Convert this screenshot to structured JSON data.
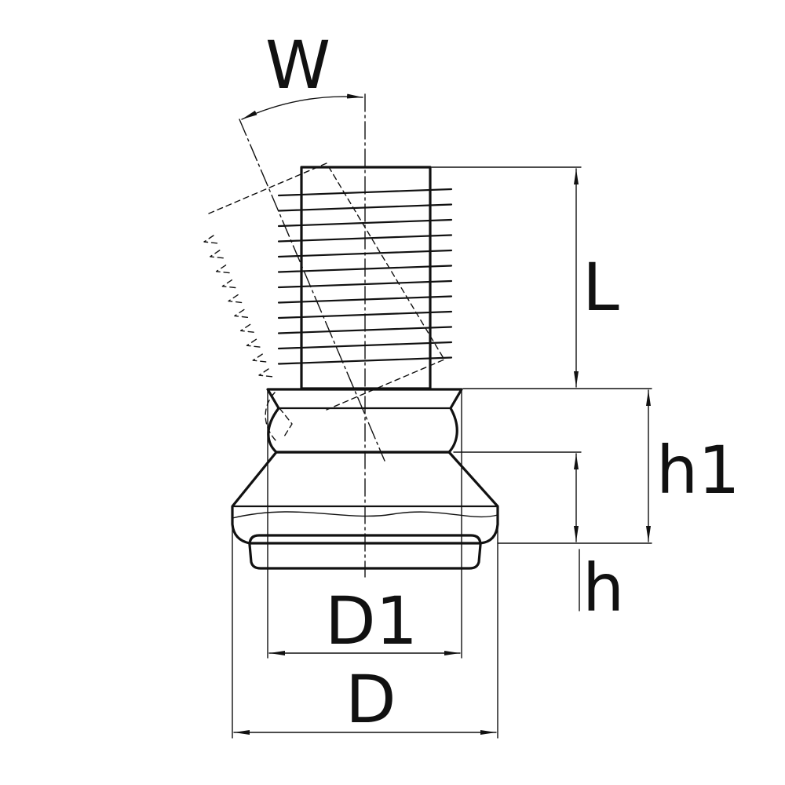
{
  "labels": {
    "angle": "W",
    "length": "L",
    "total_height": "h1",
    "base_height": "h",
    "inner_diameter": "D1",
    "outer_diameter": "D"
  },
  "colors": {
    "line": "#111111",
    "background": "#ffffff"
  }
}
